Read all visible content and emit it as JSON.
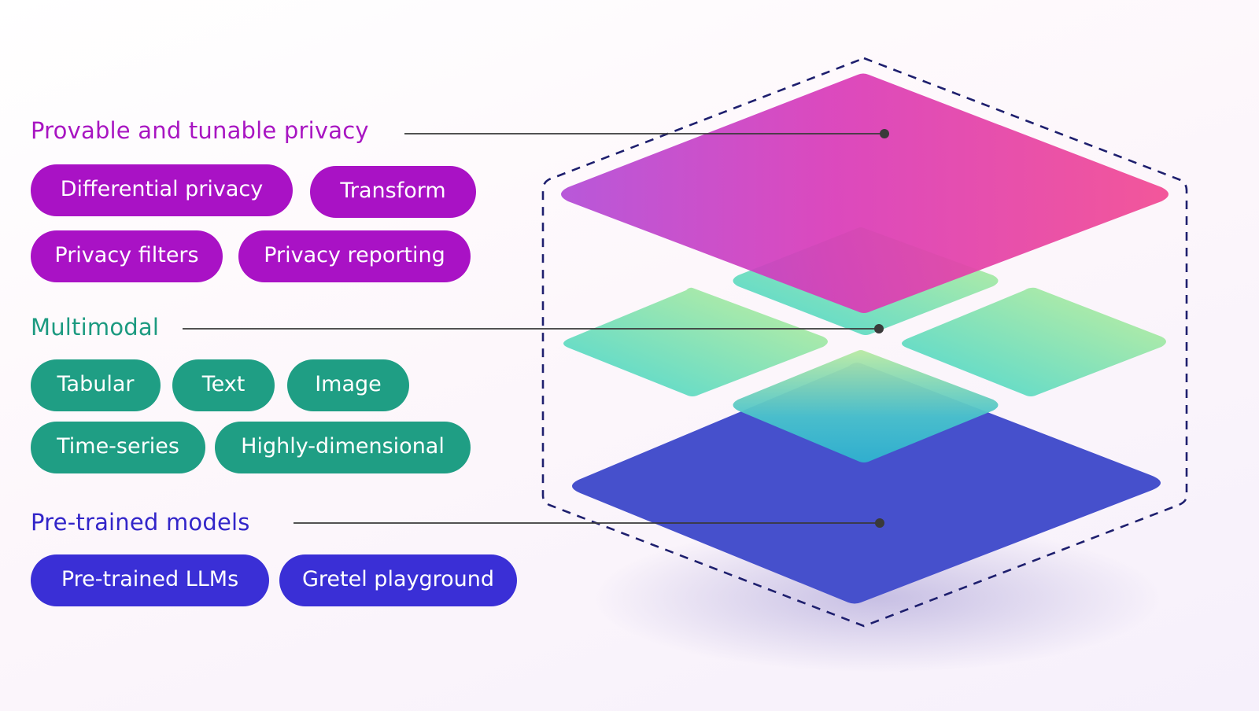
{
  "sections": {
    "privacy": {
      "title": "Provable and tunable privacy",
      "items": [
        "Differential privacy",
        "Transform",
        "Privacy filters",
        "Privacy reporting"
      ]
    },
    "multimodal": {
      "title": "Multimodal",
      "items": [
        "Tabular",
        "Text",
        "Image",
        "Time-series",
        "Highly-dimensional"
      ]
    },
    "models": {
      "title": "Pre-trained models",
      "items": [
        "Pre-trained LLMs",
        "Gretel playground"
      ]
    }
  },
  "colors": {
    "privacy": "#a912c5",
    "multimodal": "#1f9e84",
    "models": "#3a2fd6",
    "outline": "#1e1f6e",
    "connector": "#3a3a3a"
  }
}
